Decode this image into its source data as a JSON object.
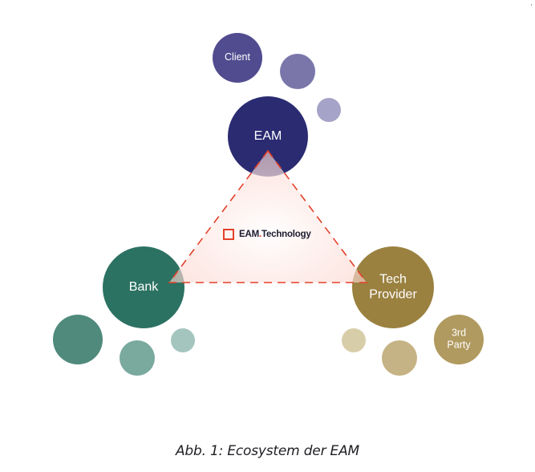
{
  "figure": {
    "caption": "Abb. 1: Ecosystem der EAM",
    "center_logo": {
      "name_part1": "EAM",
      "dot": ".",
      "name_part2": "Technology",
      "accent_color": "#e3412a"
    },
    "triangle": {
      "stroke_color": "#e3412a",
      "fill_color": "#fde3de",
      "connects": [
        "EAM",
        "Bank",
        "Tech Provider"
      ]
    },
    "clusters": [
      {
        "group": "eam",
        "nodes": [
          {
            "id": "eam",
            "label_lines": [
              "EAM"
            ],
            "color": "#2b2b72",
            "role": "main"
          },
          {
            "id": "client",
            "label_lines": [
              "Client"
            ],
            "color": "#514c8f",
            "role": "satellite"
          },
          {
            "id": "eam-sat-2",
            "label_lines": [],
            "color": "#7a76aa",
            "role": "satellite"
          },
          {
            "id": "eam-sat-3",
            "label_lines": [],
            "color": "#a6a3c8",
            "role": "satellite"
          }
        ]
      },
      {
        "group": "bank",
        "nodes": [
          {
            "id": "bank",
            "label_lines": [
              "Bank"
            ],
            "color": "#2c7262",
            "role": "main"
          },
          {
            "id": "bank-sat-1",
            "label_lines": [],
            "color": "#4f8a7c",
            "role": "satellite"
          },
          {
            "id": "bank-sat-2",
            "label_lines": [],
            "color": "#7aa99e",
            "role": "satellite"
          },
          {
            "id": "bank-sat-3",
            "label_lines": [],
            "color": "#a4c5bd",
            "role": "satellite"
          }
        ]
      },
      {
        "group": "tech",
        "nodes": [
          {
            "id": "tech-provider",
            "label_lines": [
              "Tech",
              "Provider"
            ],
            "color": "#9a8140",
            "role": "main"
          },
          {
            "id": "third-party",
            "label_lines": [
              "3rd",
              "Party"
            ],
            "color": "#b09a5f",
            "role": "satellite"
          },
          {
            "id": "tech-sat-2",
            "label_lines": [],
            "color": "#c6b385",
            "role": "satellite"
          },
          {
            "id": "tech-sat-3",
            "label_lines": [],
            "color": "#d8cda9",
            "role": "satellite"
          }
        ]
      }
    ]
  }
}
